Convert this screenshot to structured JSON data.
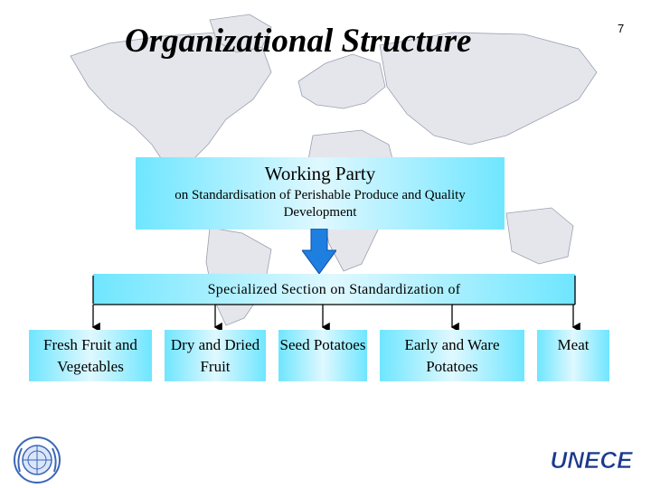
{
  "slide": {
    "title": "Organizational Structure",
    "page_number": "7"
  },
  "working_party": {
    "title": "Working Party",
    "subtitle": "on Standardisation of Perishable Produce and Quality Development"
  },
  "specialized_section": {
    "title": "Specialized Section on Standardization of"
  },
  "subgroups": [
    {
      "label": "Fresh Fruit and Vegetables"
    },
    {
      "label": "Dry and Dried Fruit"
    },
    {
      "label": "Seed Potatoes"
    },
    {
      "label": "Early and Ware Potatoes"
    },
    {
      "label": "Meat"
    }
  ],
  "logos": {
    "unece_text": "UNECE"
  },
  "colors": {
    "box_edge": "#6fe6ff",
    "box_center": "#dff8ff",
    "arrow_blue": "#1e7fe0",
    "map_land": "#d7d9e0",
    "logo_blue": "#1b3a8c"
  }
}
